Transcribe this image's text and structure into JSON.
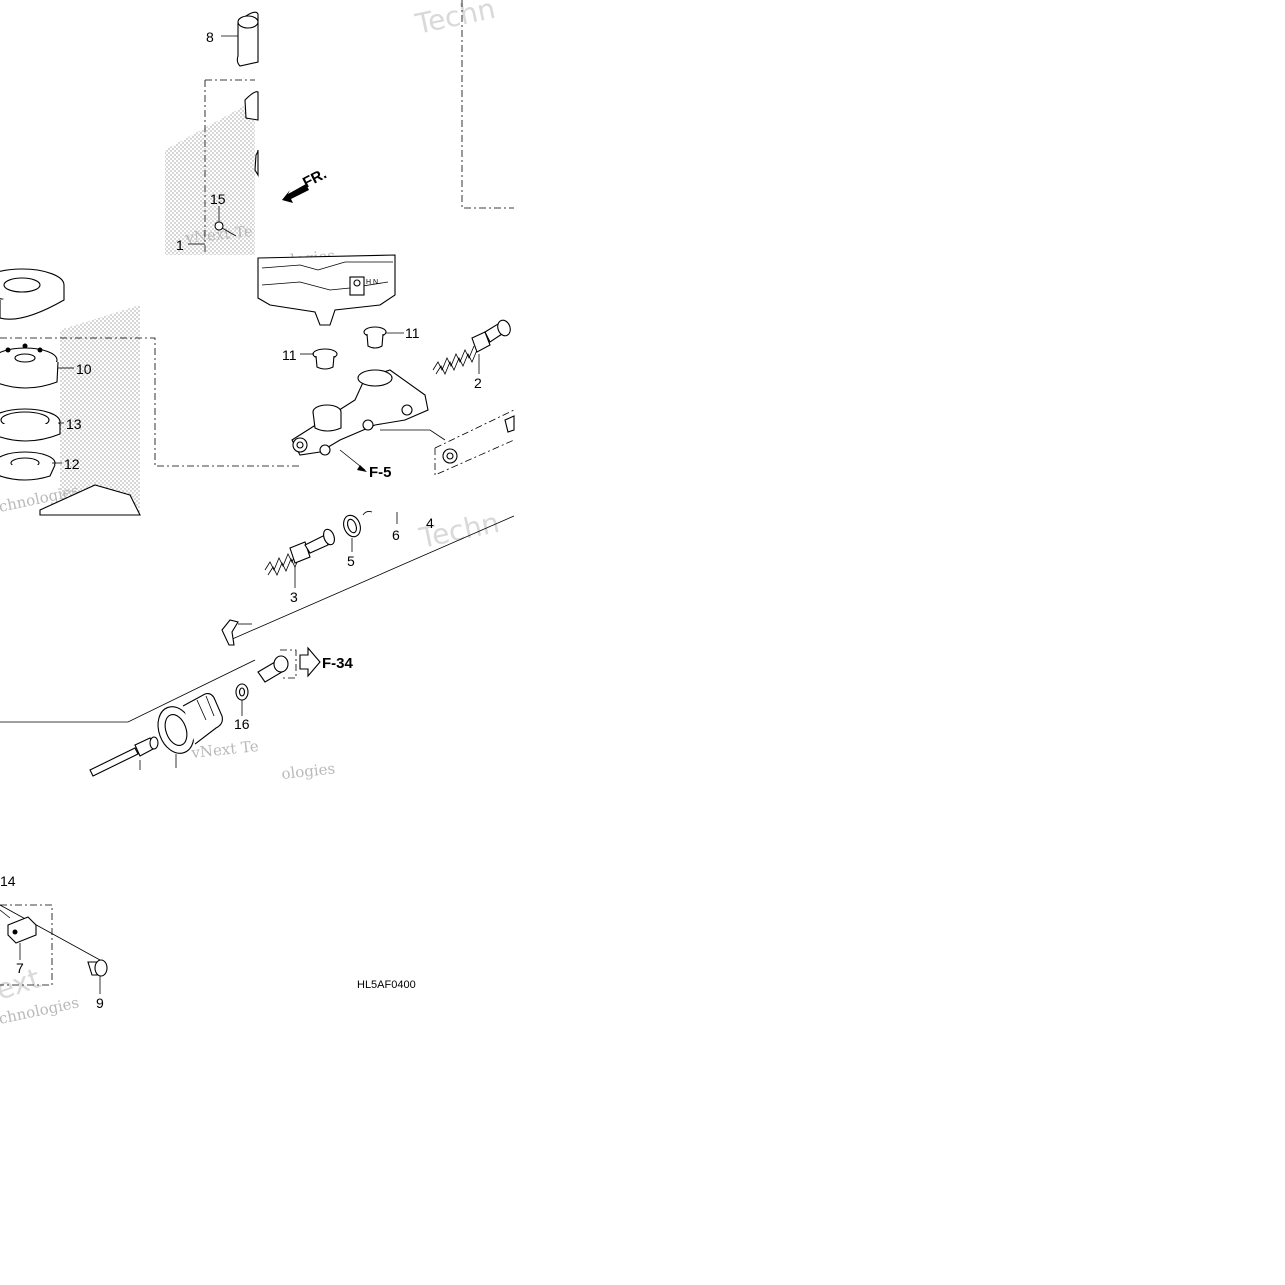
{
  "callouts": {
    "c1": "1",
    "c2": "2",
    "c3": "3",
    "c4": "4",
    "c5": "5",
    "c6": "6",
    "c7": "7",
    "c8": "8",
    "c9": "9",
    "c10": "10",
    "c11a": "11",
    "c11b": "11",
    "c12": "12",
    "c13": "13",
    "c14": "14",
    "c15": "15",
    "c16": "16"
  },
  "refs": {
    "f5": "F-5",
    "f34": "F-34"
  },
  "direction": "FR.",
  "diagram_code": "HL5AF0400",
  "watermarks": {
    "w1": "vNext Te",
    "w2": "ologies",
    "w3": "vNext Te",
    "w4": "ologies",
    "w5": "chnologies",
    "w6": "ext",
    "w7": "chnologies",
    "w8": "Techn",
    "w9": "Techn"
  }
}
